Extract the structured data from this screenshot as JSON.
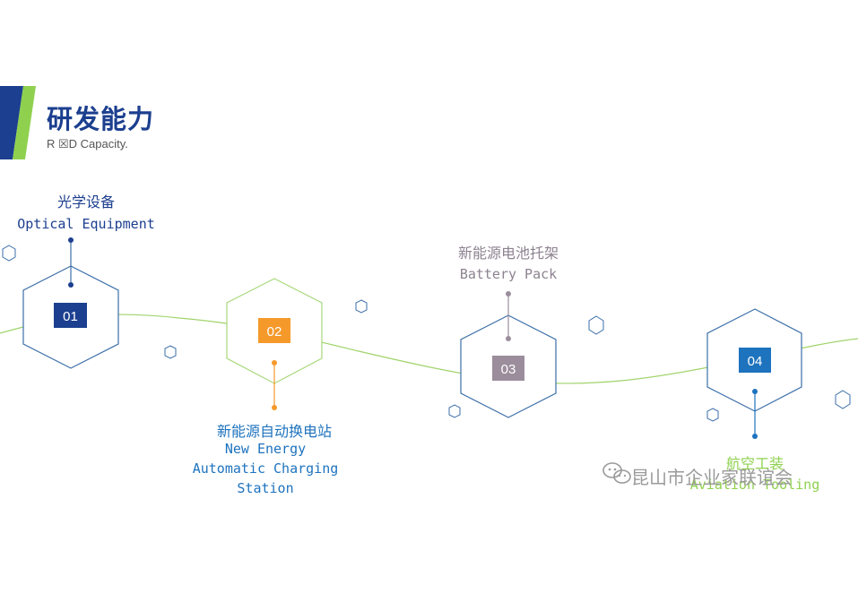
{
  "header": {
    "title": "研发能力",
    "subtitle": "R ☒D Capacity."
  },
  "colors": {
    "brand_blue": "#1c3f8f",
    "accent_green": "#8fd14f",
    "orange": "#f5992b",
    "gray_purple": "#9b8d9c",
    "bright_blue": "#1e73be",
    "light_green_label": "#8fd14f"
  },
  "nodes": [
    {
      "number": "01",
      "title_cn": "光学设备",
      "title_en": [
        "Optical Equipment"
      ]
    },
    {
      "number": "02",
      "title_cn": "新能源自动换电站",
      "title_en": [
        "New Energy",
        "Automatic Charging",
        "Station"
      ]
    },
    {
      "number": "03",
      "title_cn": "新能源电池托架",
      "title_en": [
        "Battery Pack"
      ]
    },
    {
      "number": "04",
      "title_cn": "航空工装",
      "title_en": [
        "Aviation Tooling"
      ]
    }
  ],
  "watermark": {
    "icon": "wechat-icon",
    "text": "昆山市企业家联谊会"
  }
}
